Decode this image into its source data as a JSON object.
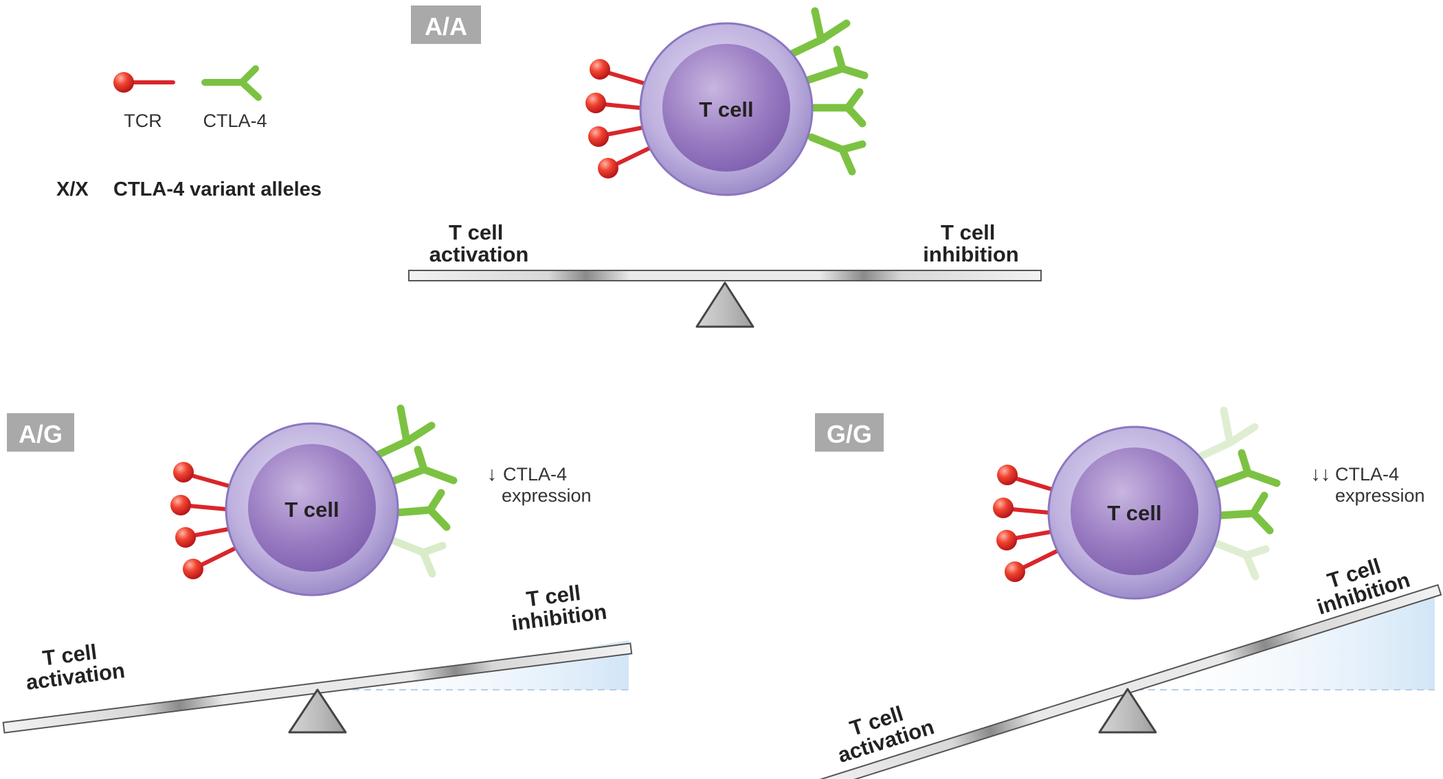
{
  "legend": {
    "tcr_label": "TCR",
    "ctla4_label": "CTLA-4",
    "variant_code": "X/X",
    "variant_text": "CTLA-4 variant alleles"
  },
  "panels": {
    "aa": {
      "badge": "A/A",
      "cell_label": "T cell",
      "left_label": [
        "T cell",
        "activation"
      ],
      "right_label": [
        "T cell",
        "inhibition"
      ]
    },
    "ag": {
      "badge": "A/G",
      "cell_label": "T cell",
      "arrow": "↓",
      "expression_label": [
        "CTLA-4",
        "expression"
      ],
      "left_label": [
        "T cell",
        "activation"
      ],
      "right_label": [
        "T cell",
        "inhibition"
      ]
    },
    "gg": {
      "badge": "G/G",
      "cell_label": "T cell",
      "arrow": "↓↓",
      "expression_label": [
        "CTLA-4",
        "expression"
      ],
      "left_label": [
        "T cell",
        "activation"
      ],
      "right_label": [
        "T cell",
        "inhibition"
      ]
    }
  },
  "colors": {
    "tcr_red": "#d9262b",
    "ctla4_green": "#7cc242",
    "ctla4_faded": "#d7ebc6",
    "cell_outer": "#b6a8d6",
    "cell_inner": "#8e6cb3",
    "badge_gray": "#a9a9a9",
    "shadow_blue": "#cfe4f6"
  }
}
